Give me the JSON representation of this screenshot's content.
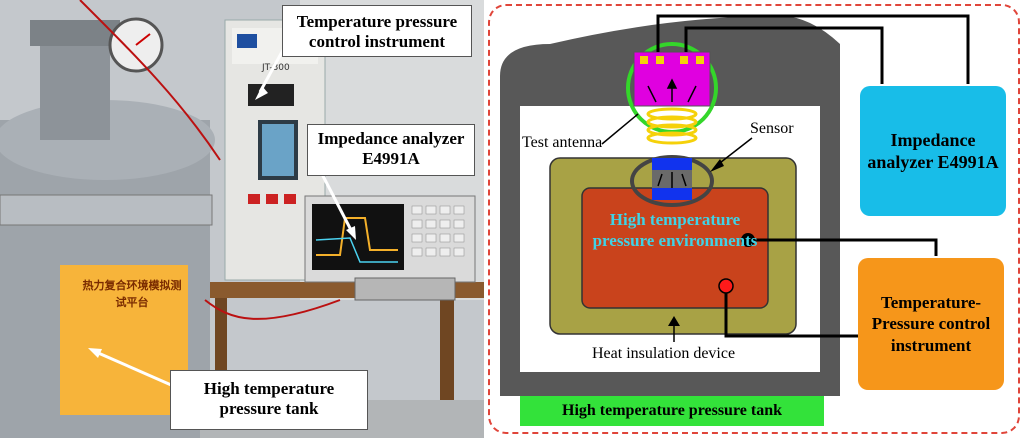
{
  "photo": {
    "callouts": {
      "temperature_control": "Temperature pressure control instrument",
      "impedance_analyzer": "Impedance analyzer E4991A",
      "tank": "High temperature pressure tank"
    },
    "device_label": "JT-300",
    "plate_text": "热力复合环境模拟测试平台"
  },
  "schematic": {
    "labels": {
      "test_antenna": "Test antenna",
      "sensor": "Sensor",
      "environment": "High temperature pressure environments",
      "heat_insulation": "Heat insulation device",
      "impedance_box": "Impedance analyzer E4991A",
      "temp_box": "Temperature-Pressure control instrument",
      "tank_banner": "High temperature pressure tank"
    },
    "colors": {
      "tank_shell": "#585858",
      "insulation": "#a8a245",
      "environment": "#c9431c",
      "impedance_box": "#18bde8",
      "temp_box": "#f6961a",
      "banner": "#33e23a",
      "antenna_circle": "#34d62a",
      "antenna_fill": "#e000e0",
      "sensor": "#1133ee",
      "border": "#e0453a"
    }
  }
}
